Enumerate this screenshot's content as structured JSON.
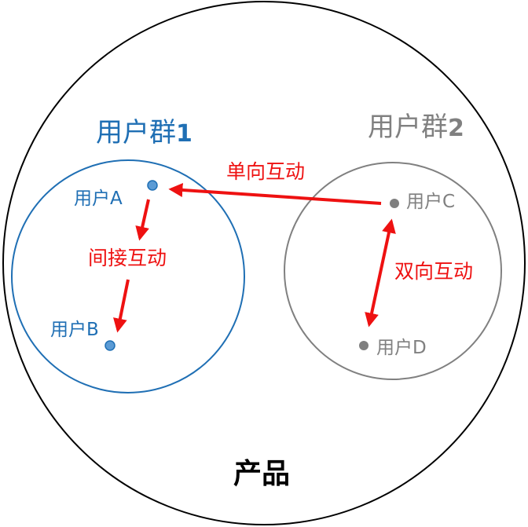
{
  "diagram": {
    "product_label": "产品",
    "group1": {
      "title_text": "用户群",
      "title_num": "1"
    },
    "group2": {
      "title_text": "用户群",
      "title_num": "2"
    },
    "users": {
      "a": "用户A",
      "b": "用户B",
      "c": "用户C",
      "d": "用户D"
    },
    "interactions": {
      "indirect": "间接互动",
      "one_way": "单向互动",
      "two_way": "双向互动"
    },
    "colors": {
      "group1": "#1f6fb4",
      "group2": "#808080",
      "arrow": "#ee1111",
      "outline": "#000000"
    }
  }
}
